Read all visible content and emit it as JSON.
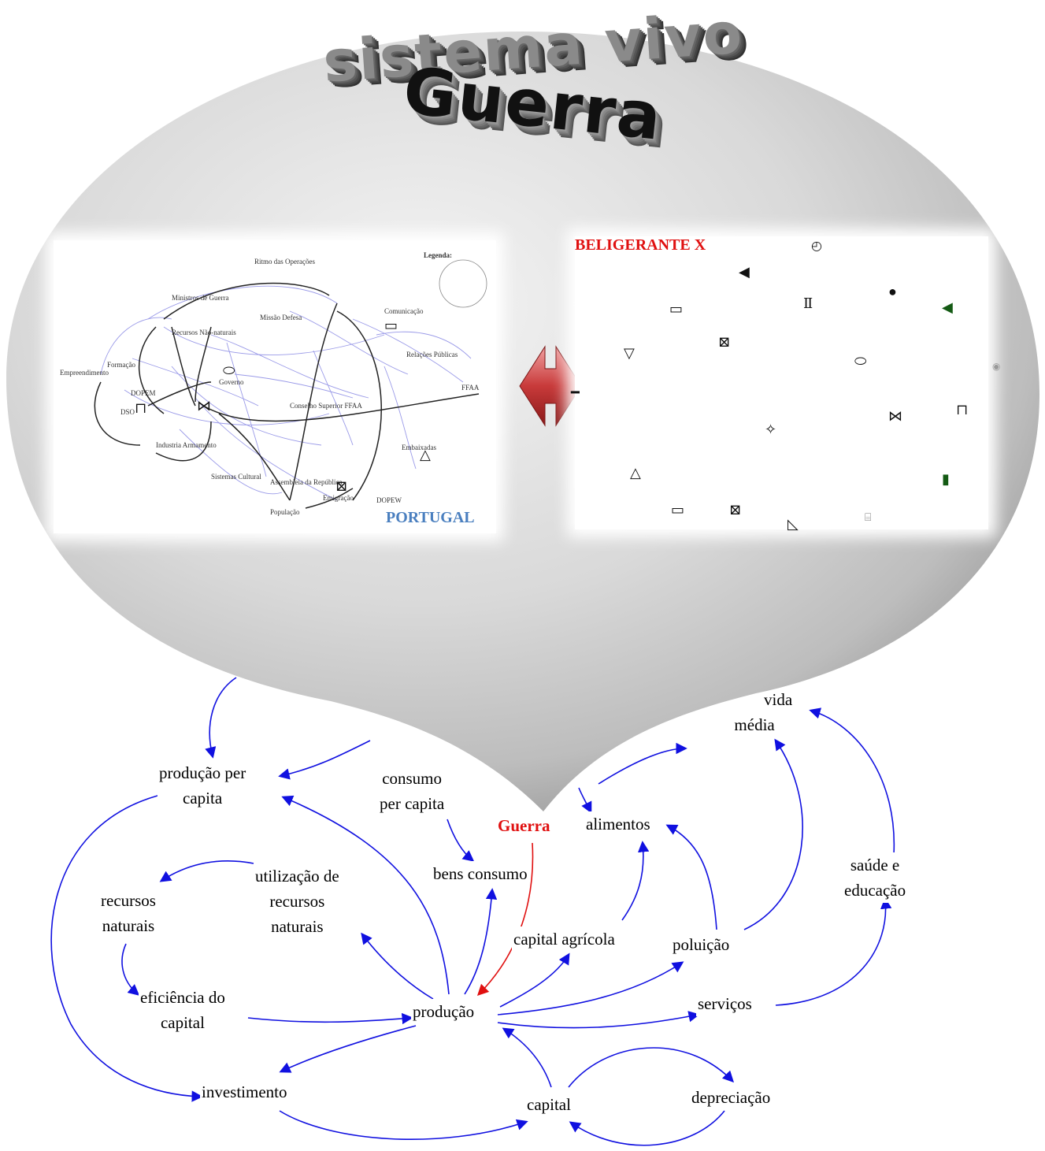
{
  "title": {
    "top": "sistema vivo",
    "main": "Guerra"
  },
  "panels": {
    "left_label": "PORTUGAL",
    "right_label": "BELIGERANTE X",
    "left_nodes": [
      "Ritmo das Operações",
      "Ministros de Guerra",
      "Missão Defesa",
      "Recursos Não-naturais",
      "Empreendimento",
      "Formação",
      "Comunicação",
      "DOPEM",
      "Governo",
      "Conselho Superior FFAA",
      "Relações Públicas",
      "FFAA",
      "Industria Armamento",
      "Embaixadas",
      "Emigração",
      "Assembleia da República",
      "População",
      "Sistemas Cultural",
      "DOPEW",
      "DSO",
      "Legenda:"
    ]
  },
  "diagram": {
    "nodes": {
      "producao_per_capita_1": "produção per",
      "producao_per_capita_2": "capita",
      "consumo_1": "consumo",
      "consumo_2": "per capita",
      "guerra": "Guerra",
      "alimentos": "alimentos",
      "vida_1": "vida",
      "vida_2": "média",
      "recursos_1": "recursos",
      "recursos_2": "naturais",
      "utilizacao_1": "utilização de",
      "utilizacao_2": "recursos",
      "utilizacao_3": "naturais",
      "bens_consumo": "bens consumo",
      "capital_agricola": "capital agrícola",
      "poluicao": "poluição",
      "saude_1": "saúde e",
      "saude_2": "educação",
      "eficiencia_1": "eficiência do",
      "eficiencia_2": "capital",
      "producao": "produção",
      "servicos": "serviços",
      "investimento": "investimento",
      "capital": "capital",
      "depreciacao": "depreciação"
    }
  },
  "colors": {
    "link": "#1010e0",
    "war": "#e01010",
    "portugal": "#4a7fbf",
    "beligerante": "#e01010"
  }
}
